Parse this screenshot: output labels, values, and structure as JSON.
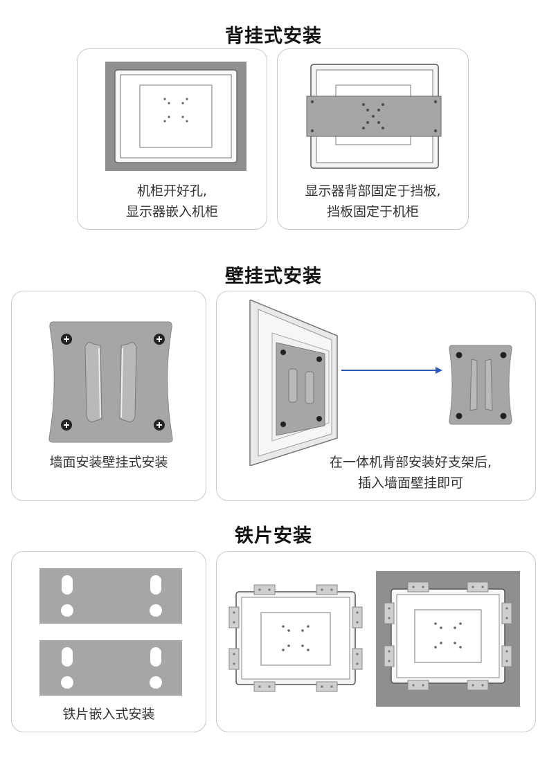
{
  "sections": [
    {
      "title": "背挂式安装",
      "cards": [
        {
          "caption": [
            "机柜开好孔,",
            "显示器嵌入机柜"
          ]
        },
        {
          "caption": [
            "显示器背部固定于挡板,",
            "挡板固定于机柜"
          ]
        }
      ]
    },
    {
      "title": "壁挂式安装",
      "cards": [
        {
          "caption": [
            "墙面安装壁挂式安装"
          ]
        },
        {
          "caption": [
            "在一体机背部安装好支架后,",
            "插入墙面壁挂即可"
          ]
        }
      ]
    },
    {
      "title": "铁片安装",
      "cards": [
        {
          "caption": [
            "铁片嵌入式安装"
          ]
        },
        {
          "caption": []
        }
      ]
    }
  ],
  "colors": {
    "card_border": "#c9c9c9",
    "plate_gray": "#a6a6a6",
    "cabinet_gray": "#8f8f8f",
    "arrow_blue": "#2d57b5"
  }
}
